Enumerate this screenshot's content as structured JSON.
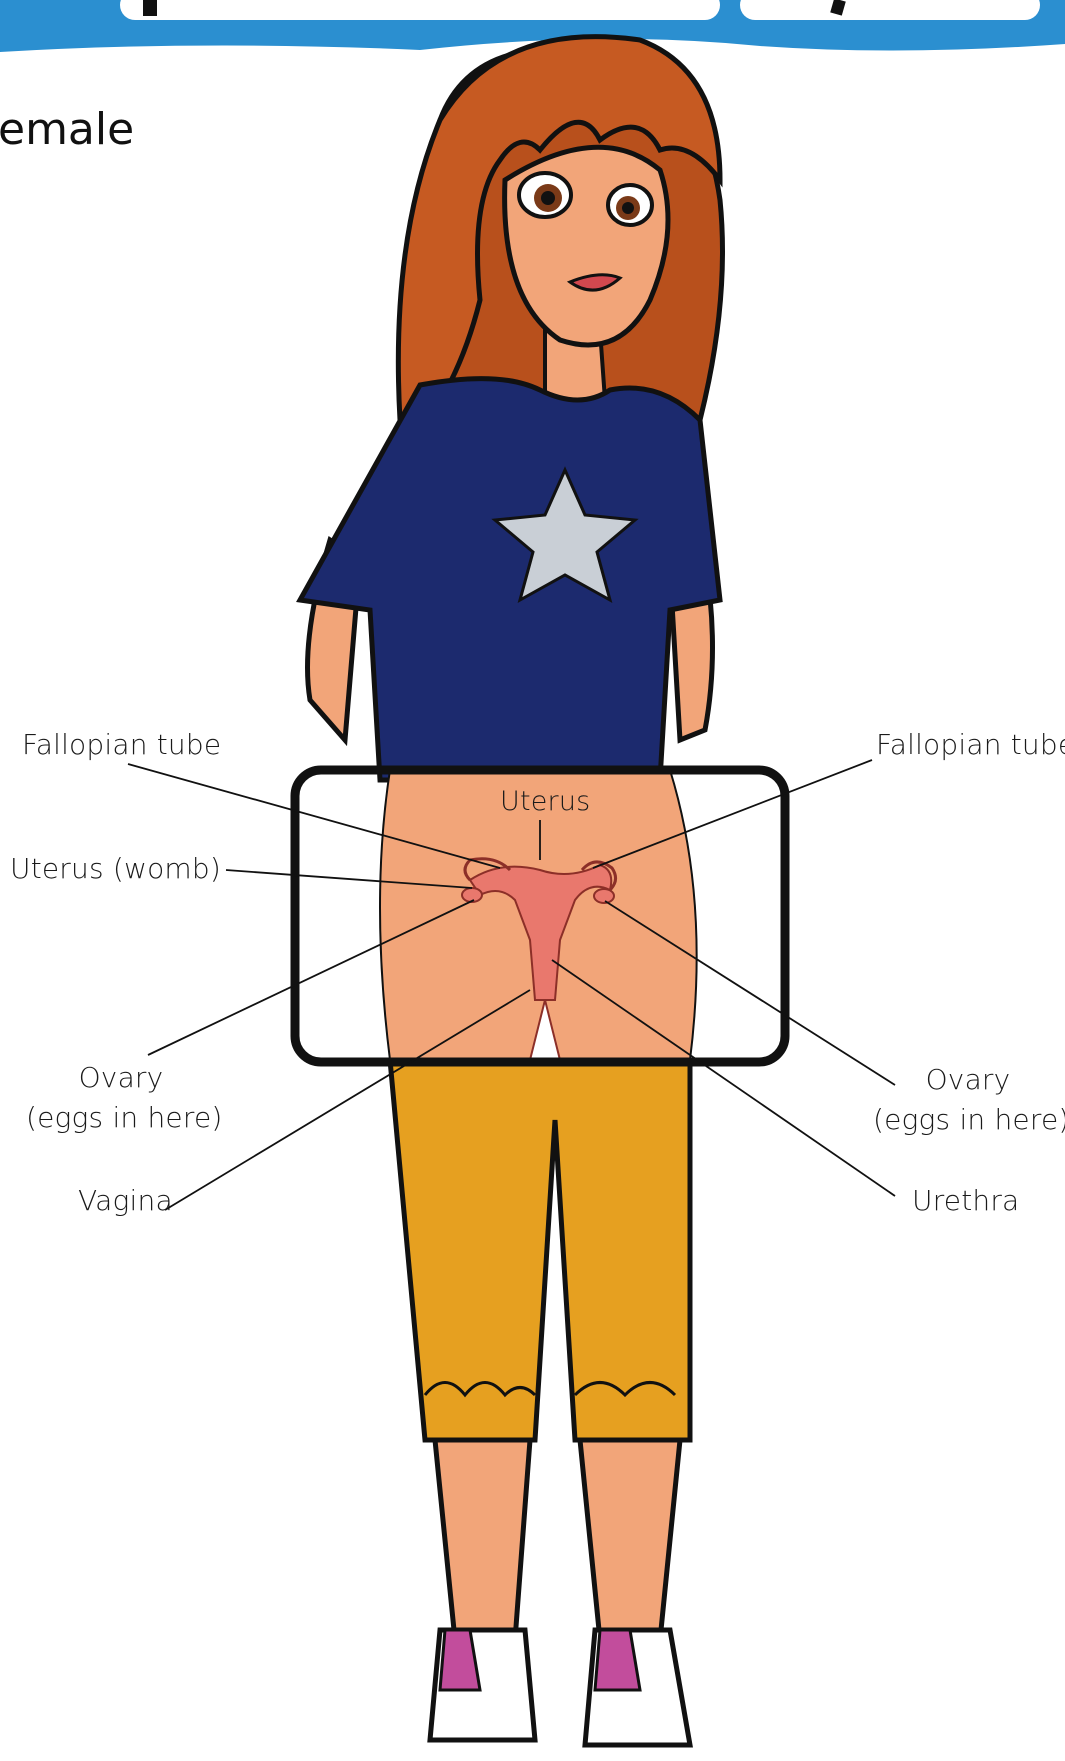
{
  "page": {
    "section_title": "emale"
  },
  "labels": {
    "fallopian_tube_left": "Fallopian tube",
    "fallopian_tube_right": "Fallopian tube",
    "uterus_top": "Uterus",
    "uterus_womb": "Uterus (womb)",
    "ovary_left": [
      "Ovary",
      "(eggs in here)"
    ],
    "ovary_right": [
      "Ovary",
      "(eggs in here)"
    ],
    "vagina": "Vagina",
    "urethra": "Urethra"
  },
  "colors": {
    "banner": "#2b8fd0",
    "skin": "#f2a579",
    "hair": "#c65a22",
    "shirt": "#1c2a6e",
    "star": "#c9cfd6",
    "pants": "#e6a020",
    "shoes_accent": "#c24d9c",
    "organ": "#e9786d"
  }
}
